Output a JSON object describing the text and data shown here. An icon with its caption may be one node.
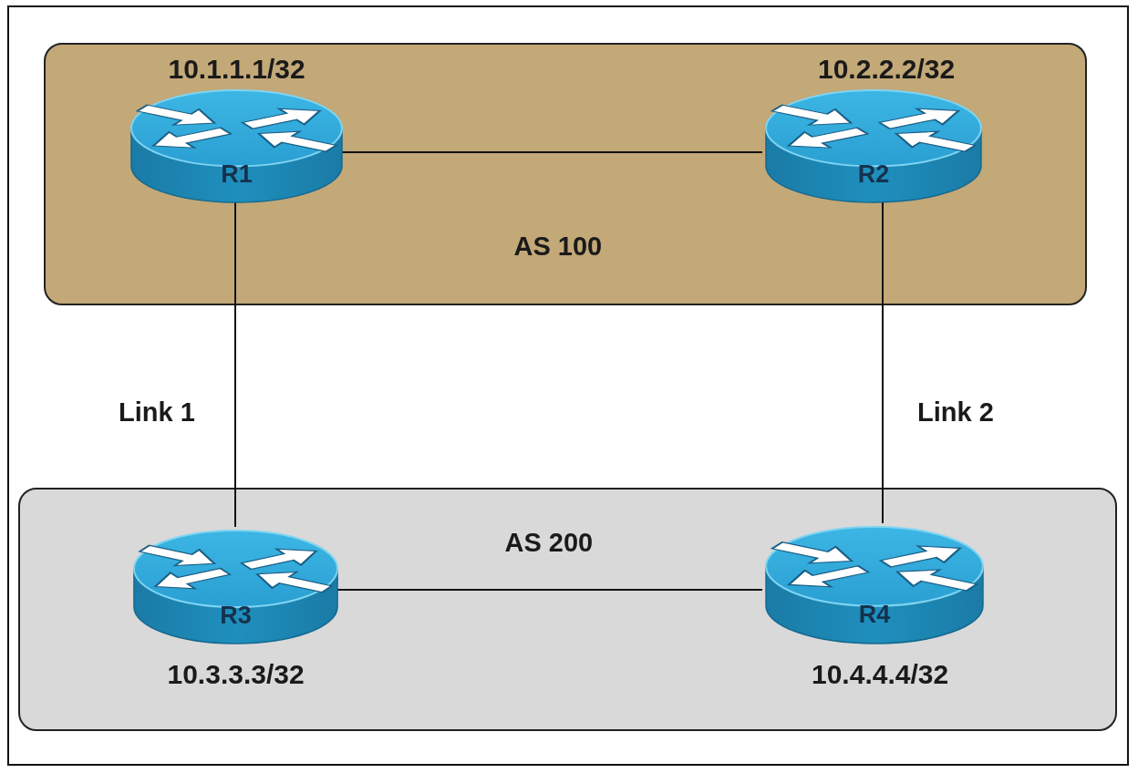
{
  "diagram": {
    "nodes": [
      {
        "text": [
          "AS 100"
        ]
      },
      {
        "text": [
          "R1"
        ],
        "in": 0,
        "beside": [
          "10.1.1.1/32"
        ]
      },
      {
        "text": [
          "R2"
        ],
        "in": 0,
        "beside": [
          "10.2.2.2/32"
        ]
      },
      {
        "text": [
          "AS 200"
        ]
      },
      {
        "text": [
          "R3"
        ],
        "in": 3,
        "beside": [
          "10.3.3.3/32"
        ]
      },
      {
        "text": [
          "R4"
        ],
        "in": 3,
        "beside": [
          "10.4.4.4/32"
        ]
      }
    ],
    "edges": [
      {
        "from": 1,
        "to": 2,
        "arrow": "none"
      },
      {
        "from": 1,
        "to": 4,
        "arrow": "none",
        "label": "Link 1"
      },
      {
        "from": 2,
        "to": 5,
        "arrow": "none",
        "label": "Link 2"
      },
      {
        "from": 4,
        "to": 5,
        "arrow": "none"
      }
    ]
  }
}
